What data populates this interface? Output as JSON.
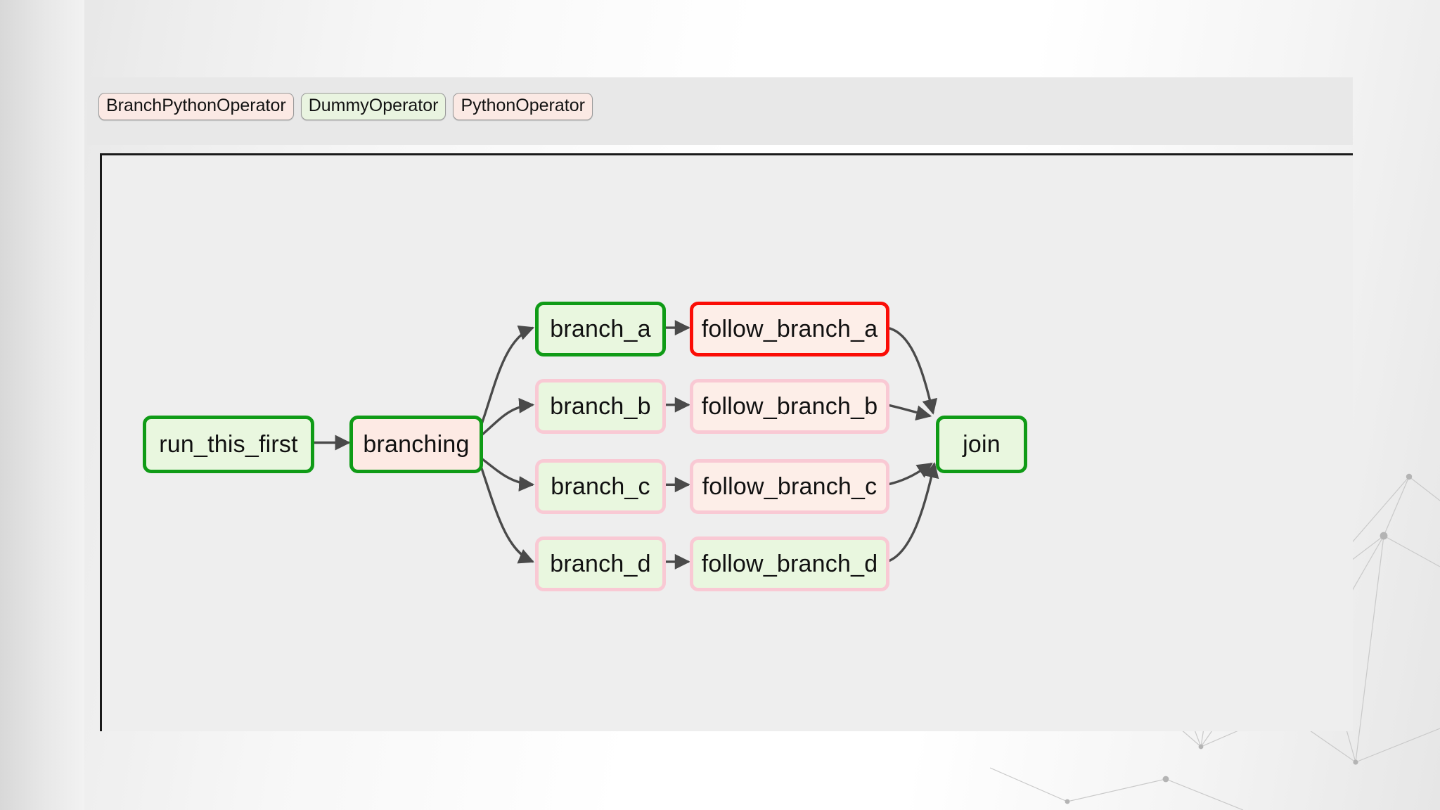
{
  "graph": {
    "legend": [
      {
        "label": "BranchPythonOperator",
        "style": "pink"
      },
      {
        "label": "DummyOperator",
        "style": "green"
      },
      {
        "label": "PythonOperator",
        "style": "pink"
      }
    ],
    "nodes": [
      {
        "id": "run_this_first",
        "label": "run_this_first",
        "state": "success"
      },
      {
        "id": "branching",
        "label": "branching",
        "state": "success-pinkfill"
      },
      {
        "id": "branch_a",
        "label": "branch_a",
        "state": "success"
      },
      {
        "id": "follow_branch_a",
        "label": "follow_branch_a",
        "state": "failed"
      },
      {
        "id": "branch_b",
        "label": "branch_b",
        "state": "none-green"
      },
      {
        "id": "follow_branch_b",
        "label": "follow_branch_b",
        "state": "none-pink"
      },
      {
        "id": "branch_c",
        "label": "branch_c",
        "state": "none-green"
      },
      {
        "id": "follow_branch_c",
        "label": "follow_branch_c",
        "state": "none-pink"
      },
      {
        "id": "branch_d",
        "label": "branch_d",
        "state": "none-green"
      },
      {
        "id": "follow_branch_d",
        "label": "follow_branch_d",
        "state": "none-green"
      },
      {
        "id": "join",
        "label": "join",
        "state": "success"
      }
    ],
    "edges": [
      {
        "from": "run_this_first",
        "to": "branching"
      },
      {
        "from": "branching",
        "to": "branch_a"
      },
      {
        "from": "branching",
        "to": "branch_b"
      },
      {
        "from": "branching",
        "to": "branch_c"
      },
      {
        "from": "branching",
        "to": "branch_d"
      },
      {
        "from": "branch_a",
        "to": "follow_branch_a"
      },
      {
        "from": "branch_b",
        "to": "follow_branch_b"
      },
      {
        "from": "branch_c",
        "to": "follow_branch_c"
      },
      {
        "from": "branch_d",
        "to": "follow_branch_d"
      },
      {
        "from": "follow_branch_a",
        "to": "join"
      },
      {
        "from": "follow_branch_b",
        "to": "join"
      },
      {
        "from": "follow_branch_c",
        "to": "join"
      },
      {
        "from": "follow_branch_d",
        "to": "join"
      }
    ],
    "colors": {
      "success_border": "#0f9b16",
      "failed_border": "#fb0d06",
      "none_border": "#f9c9d4",
      "green_fill": "#e9f7df",
      "pink_fill": "#fdeee8",
      "edge": "#4a4a4a",
      "canvas": "#eeeeee",
      "legend_bar": "#e8e8e8"
    }
  }
}
